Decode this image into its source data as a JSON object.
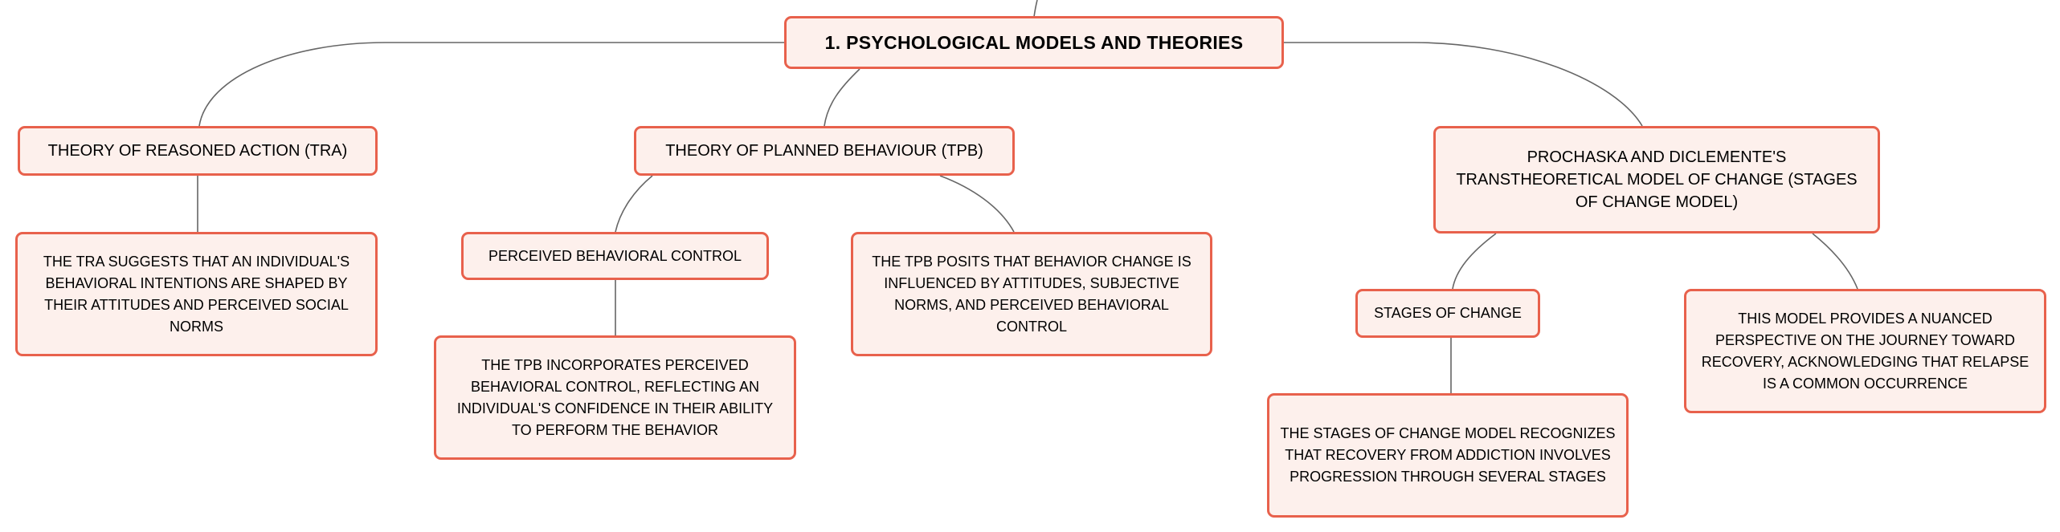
{
  "root": {
    "label": "1. PSYCHOLOGICAL MODELS AND THEORIES"
  },
  "branches": [
    {
      "label": "THEORY OF REASONED ACTION (TRA)",
      "children": [
        {
          "label": "THE TRA SUGGESTS THAT AN INDIVIDUAL'S BEHAVIORAL INTENTIONS ARE SHAPED BY THEIR ATTITUDES AND PERCEIVED SOCIAL NORMS"
        }
      ]
    },
    {
      "label": "THEORY OF PLANNED BEHAVIOUR (TPB)",
      "children": [
        {
          "label": "PERCEIVED BEHAVIORAL CONTROL",
          "children": [
            {
              "label": "THE TPB INCORPORATES PERCEIVED BEHAVIORAL CONTROL, REFLECTING AN INDIVIDUAL'S CONFIDENCE IN THEIR ABILITY TO PERFORM THE BEHAVIOR"
            }
          ]
        },
        {
          "label": "THE TPB POSITS THAT BEHAVIOR CHANGE IS INFLUENCED BY ATTITUDES, SUBJECTIVE NORMS, AND PERCEIVED BEHAVIORAL CONTROL"
        }
      ]
    },
    {
      "label": "PROCHASKA AND DICLEMENTE'S TRANSTHEORETICAL MODEL OF CHANGE (STAGES OF CHANGE MODEL)",
      "children": [
        {
          "label": "STAGES OF CHANGE",
          "children": [
            {
              "label": "THE STAGES OF CHANGE MODEL RECOGNIZES THAT RECOVERY FROM ADDICTION INVOLVES PROGRESSION THROUGH SEVERAL STAGES"
            }
          ]
        },
        {
          "label": "THIS MODEL PROVIDES A NUANCED PERSPECTIVE ON THE JOURNEY TOWARD RECOVERY, ACKNOWLEDGING THAT RELAPSE IS A COMMON OCCURRENCE"
        }
      ]
    }
  ],
  "colors": {
    "node_border": "#e8614c",
    "node_fill": "#fdf0ec",
    "connector": "#666666"
  }
}
